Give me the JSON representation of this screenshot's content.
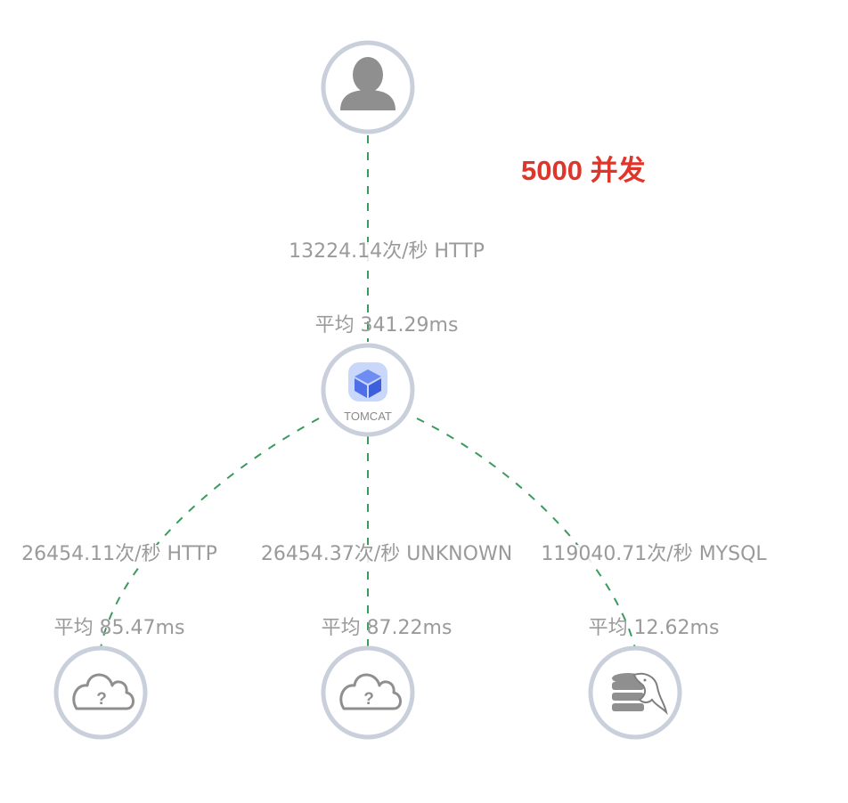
{
  "title": "5000 并发",
  "nodes": {
    "user": {
      "icon": "user-icon"
    },
    "tomcat": {
      "icon": "cube-icon",
      "caption": "TOMCAT",
      "avg": "平均 341.29ms",
      "accent": "#5b7bea"
    },
    "http_service": {
      "icon": "cloud-question-icon",
      "avg": "平均 85.47ms"
    },
    "unknown_service": {
      "icon": "cloud-question-icon",
      "avg": "平均 87.22ms"
    },
    "mysql": {
      "icon": "mysql-database-icon",
      "avg": "平均 12.62ms"
    }
  },
  "edges": {
    "user_tomcat": "13224.14次/秒 HTTP",
    "tomcat_http": "26454.11次/秒 HTTP",
    "tomcat_unknown": "26454.37次/秒 UNKNOWN",
    "tomcat_mysql": "119040.71次/秒 MYSQL"
  },
  "colors": {
    "edge": "#3c9a5f",
    "ring": "#c9cfdb",
    "icon_gray": "#8f8f8f",
    "title": "#e0352b",
    "label": "#9a9a9a"
  }
}
